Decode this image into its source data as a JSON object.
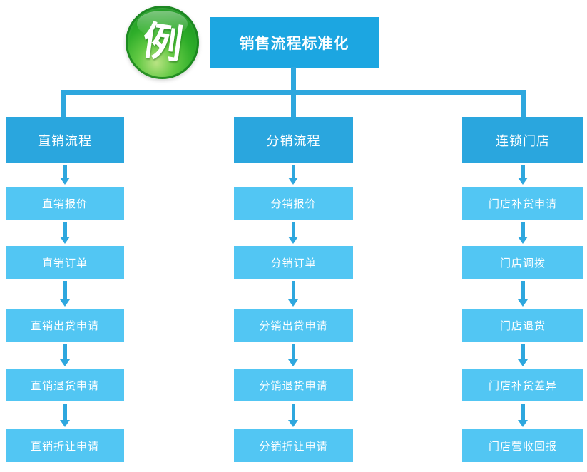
{
  "badge": {
    "label": "例"
  },
  "root": {
    "title": "销售流程标准化"
  },
  "columns": [
    {
      "header": "直销流程",
      "steps": [
        "直销报价",
        "直销订单",
        "直销出贷申请",
        "直销退货申请",
        "直销折让申请"
      ]
    },
    {
      "header": "分销流程",
      "steps": [
        "分销报价",
        "分销订单",
        "分销出贷申请",
        "分销退货申请",
        "分销折让申请"
      ]
    },
    {
      "header": "连锁门店",
      "steps": [
        "门店补货申请",
        "门店调拨",
        "门店退货",
        "门店补货差异",
        "门店营收回报"
      ]
    }
  ],
  "colors": {
    "title_blue": "#1CA6E1",
    "header_blue": "#2AA6DE",
    "step_blue": "#52C6F3",
    "line_blue": "#2EA7DE",
    "badge_green": "#2FAE2A"
  }
}
